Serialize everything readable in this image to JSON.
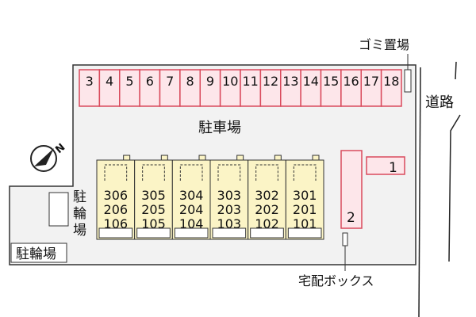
{
  "colors": {
    "site_fill": "#f2f2f2",
    "outline": "#333333",
    "parking_fill": "#fde6ea",
    "parking_stroke": "#d94a5c",
    "unit_fill": "#fbf4c6",
    "road_line": "#222222",
    "compass": "#222222"
  },
  "labels": {
    "garbage": "ゴミ置場",
    "road": "道路",
    "parking_lot": "駐車場",
    "bicycle_left": "駐輪場",
    "bicycle_upper_chars": [
      "駐",
      "輪",
      "場"
    ],
    "delivery_box": "宅配ボックス",
    "compass_n": "N"
  },
  "parking": {
    "top_row": [
      "3",
      "4",
      "5",
      "6",
      "7",
      "8",
      "9",
      "10",
      "11",
      "12",
      "13",
      "14",
      "15",
      "16",
      "17",
      "18"
    ],
    "right_small": "1",
    "right_tall": "2"
  },
  "units": {
    "columns": [
      [
        "306",
        "206",
        "106"
      ],
      [
        "305",
        "205",
        "105"
      ],
      [
        "304",
        "204",
        "104"
      ],
      [
        "303",
        "203",
        "103"
      ],
      [
        "302",
        "202",
        "102"
      ],
      [
        "301",
        "201",
        "101"
      ]
    ]
  },
  "icons": {
    "compass": "compass-north-icon"
  }
}
